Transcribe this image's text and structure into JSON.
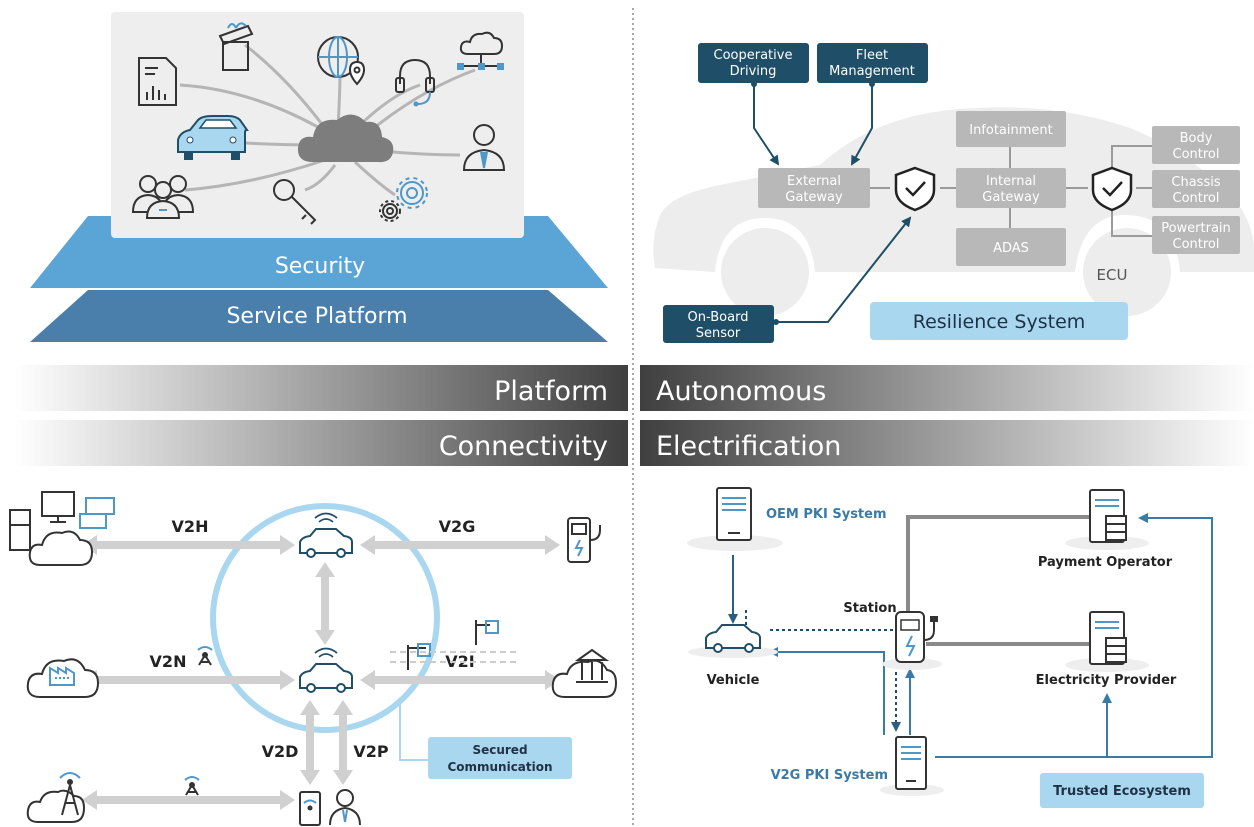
{
  "colors": {
    "navy": "#1f4e68",
    "light_blue_fill": "#a9d7ef",
    "mid_blue": "#4e97c9",
    "platform_blue": "#5aa4d6",
    "service_blue": "#4a7fac",
    "gray_box": "#b8b8b8",
    "arrow_gray": "#d0d0d0",
    "dark_text": "#222222",
    "link_blue": "#3a7aa6"
  },
  "bands": {
    "platform": "Platform",
    "autonomous": "Autonomous",
    "connectivity": "Connectivity",
    "electrification": "Electrification"
  },
  "platform": {
    "security": "Security",
    "service_platform": "Service Platform",
    "icons": [
      "document-chart-icon",
      "gift-box-icon",
      "globe-location-icon",
      "headset-icon",
      "cloud-network-icon",
      "car-icon",
      "cloud-icon",
      "user-tie-icon",
      "users-icon",
      "key-icon",
      "gears-icon"
    ]
  },
  "autonomous": {
    "cooperative_driving": [
      "Cooperative",
      "Driving"
    ],
    "fleet_management": [
      "Fleet",
      "Management"
    ],
    "external_gateway": [
      "External",
      "Gateway"
    ],
    "infotainment": "Infotainment",
    "internal_gateway": [
      "Internal",
      "Gateway"
    ],
    "adas": "ADAS",
    "body_control": [
      "Body",
      "Control"
    ],
    "chassis_control": [
      "Chassis",
      "Control"
    ],
    "powertrain_control": [
      "Powertrain",
      "Control"
    ],
    "ecu": "ECU",
    "on_board_sensor": [
      "On-Board",
      "Sensor"
    ],
    "resilience_system": "Resilience System"
  },
  "connectivity": {
    "v2h": "V2H",
    "v2g": "V2G",
    "v2n": "V2N",
    "v2i": "V2I",
    "v2d": "V2D",
    "v2p": "V2P",
    "secured_communication": [
      "Secured",
      "Communication"
    ]
  },
  "electrification": {
    "oem_pki": "OEM PKI System",
    "payment_operator": "Payment Operator",
    "station": "Station",
    "vehicle": "Vehicle",
    "electricity_provider": "Electricity Provider",
    "v2g_pki": "V2G PKI System",
    "trusted_ecosystem": "Trusted Ecosystem"
  }
}
